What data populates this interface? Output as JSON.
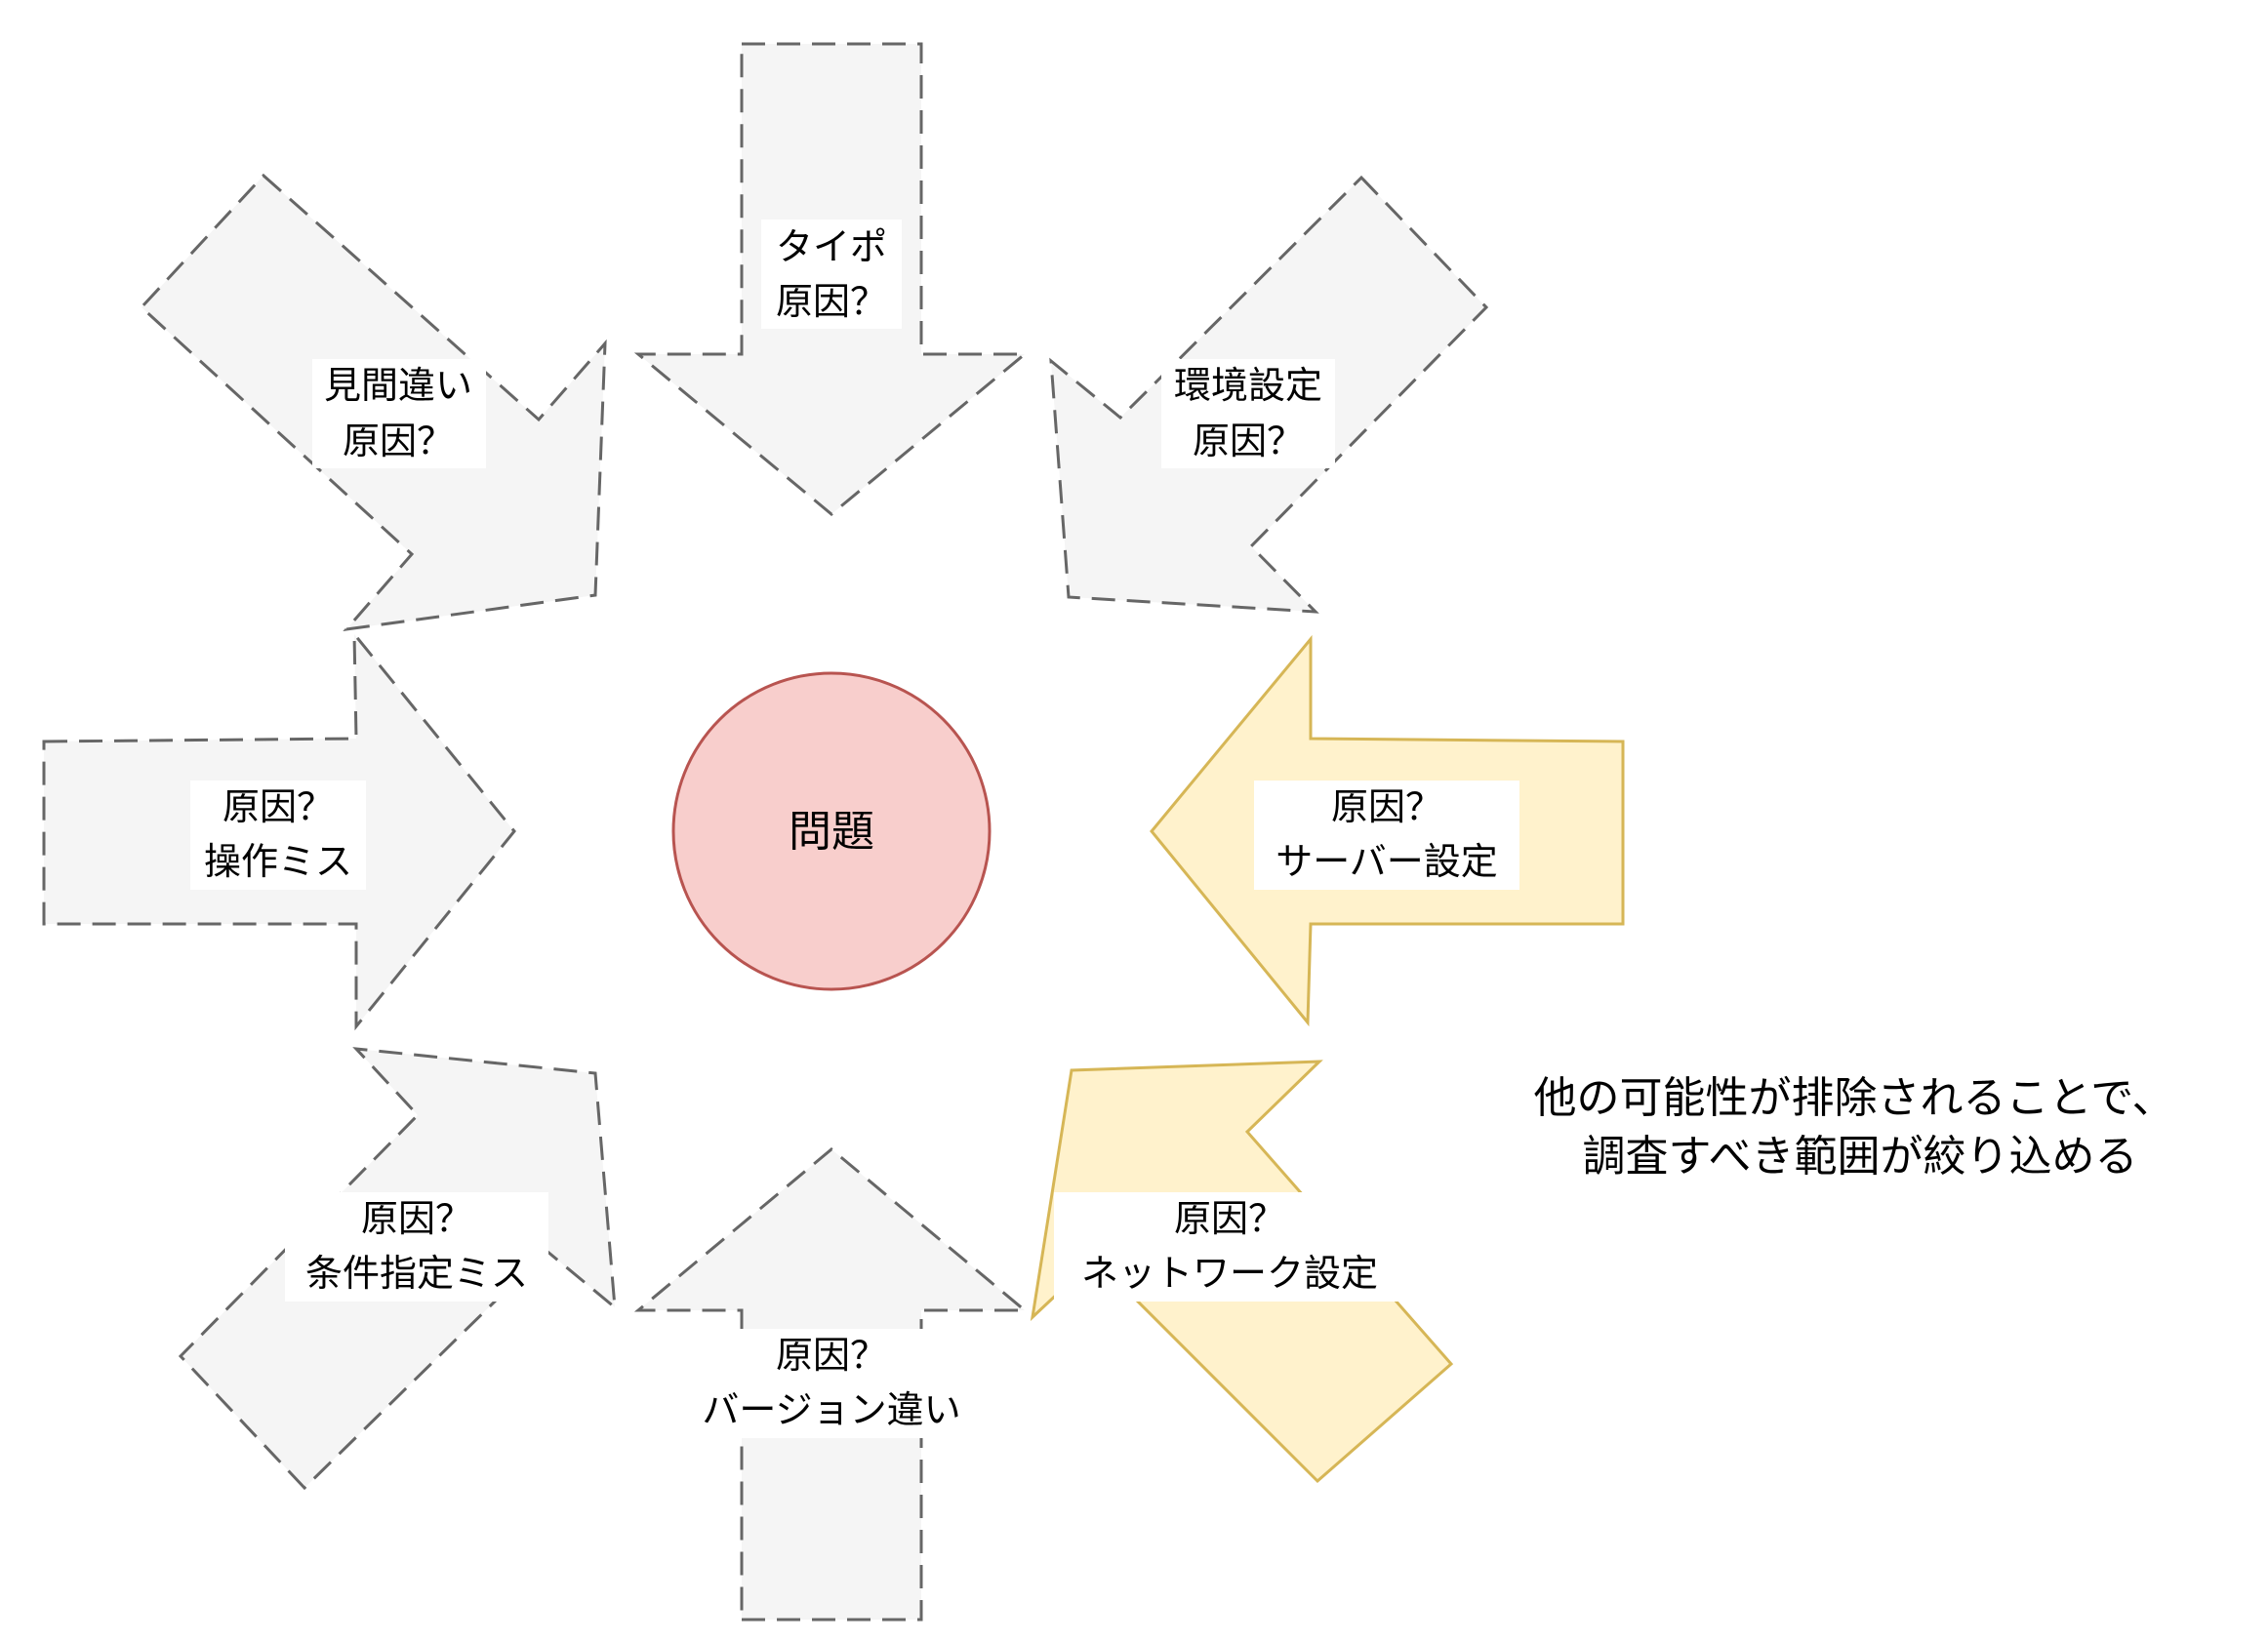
{
  "center": {
    "label": "問題",
    "fill": "#f8cecc",
    "stroke": "#b85450"
  },
  "style": {
    "gray_fill": "#f5f5f5",
    "gray_stroke": "#666666",
    "yellow_fill": "#fff2cc",
    "yellow_stroke": "#d6b656"
  },
  "arrows": [
    {
      "id": "top",
      "line1": "タイポ",
      "line2": "原因？",
      "style": "gray"
    },
    {
      "id": "top-right",
      "line1": "環境設定",
      "line2": "原因？",
      "style": "gray"
    },
    {
      "id": "right",
      "line1": "原因？",
      "line2": "サーバー設定",
      "style": "yellow"
    },
    {
      "id": "bottom-right",
      "line1": "原因？",
      "line2": "ネットワーク設定",
      "style": "yellow"
    },
    {
      "id": "bottom",
      "line1": "原因？",
      "line2": "バージョン違い",
      "style": "gray"
    },
    {
      "id": "bottom-left",
      "line1": "原因？",
      "line2": "条件指定ミス",
      "style": "gray"
    },
    {
      "id": "left",
      "line1": "原因？",
      "line2": "操作ミス",
      "style": "gray"
    },
    {
      "id": "top-left",
      "line1": "見間違い",
      "line2": "原因？",
      "style": "gray"
    }
  ],
  "note": {
    "line1": "他の可能性が排除されることで、",
    "line2": "調査すべき範囲が絞り込める"
  }
}
